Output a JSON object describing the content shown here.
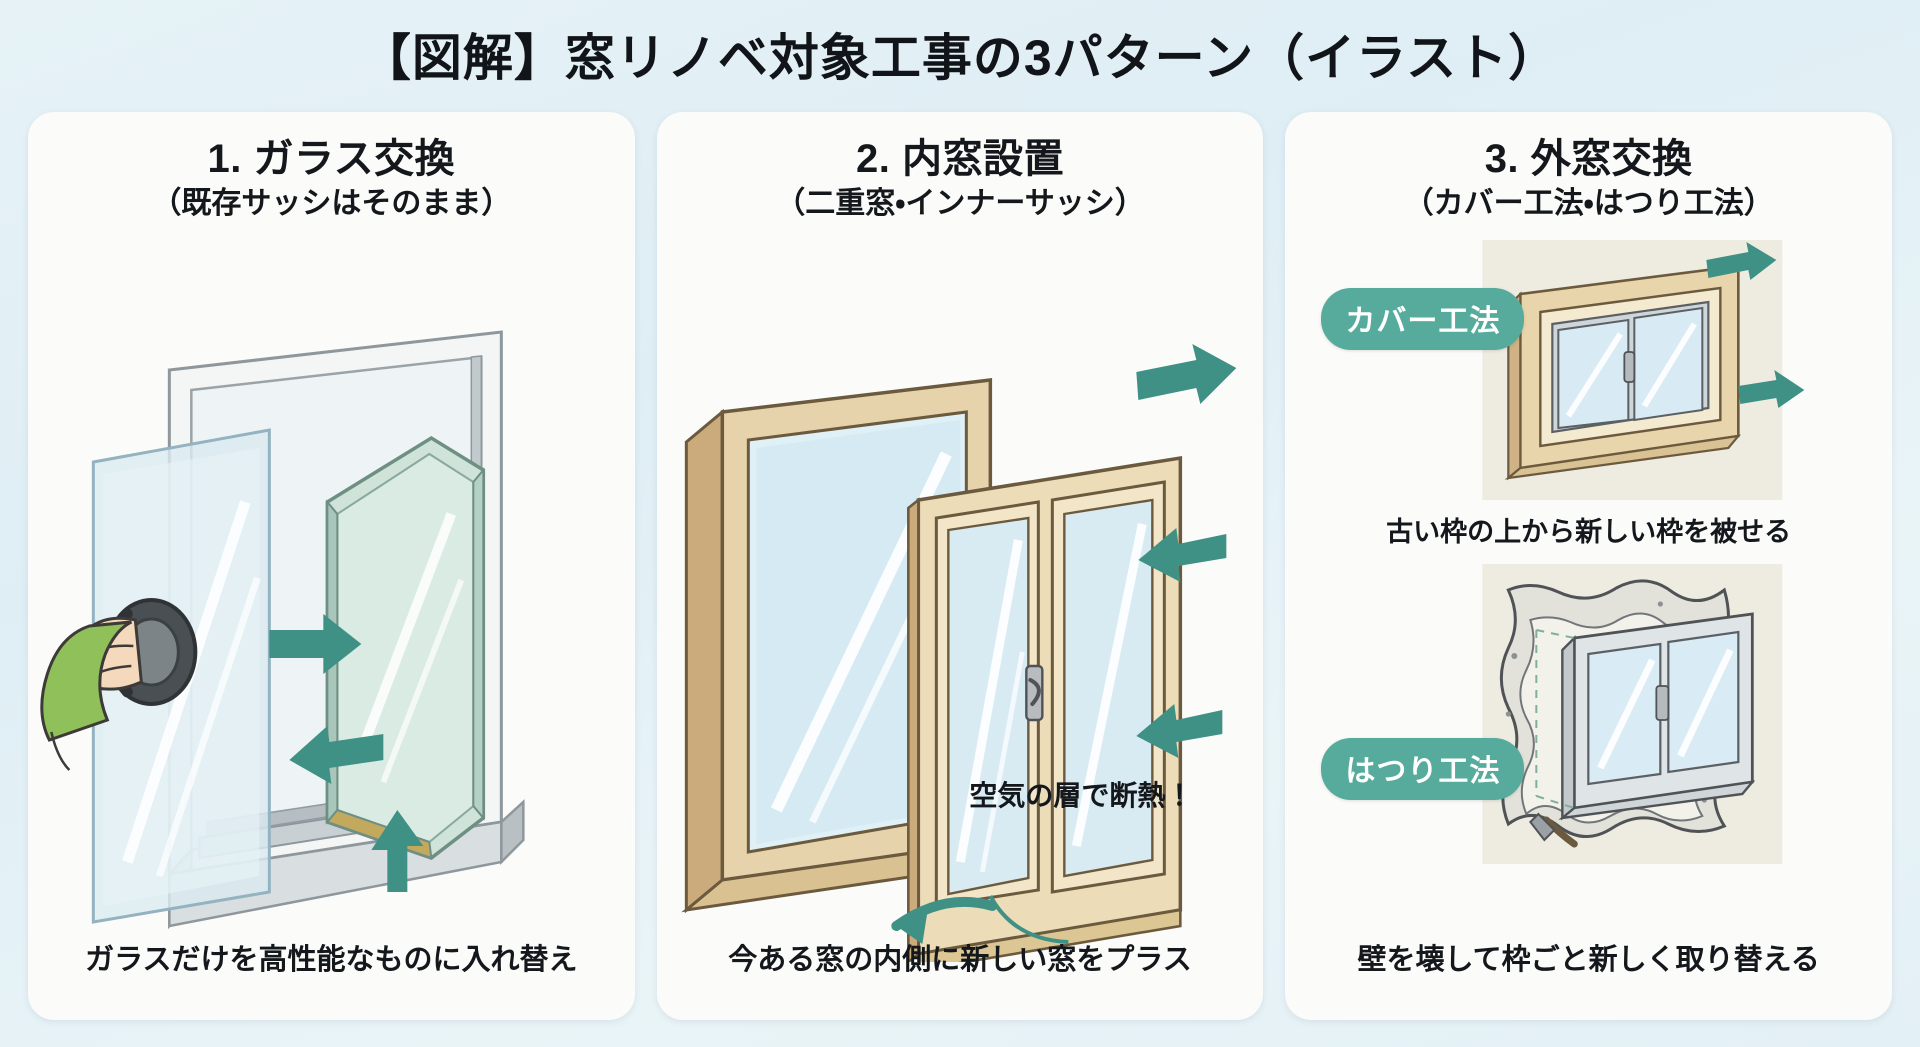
{
  "title": "【図解】窓リノベ対象工事の3パターン（イラスト）",
  "theme": {
    "background_top": "#e6f2f6",
    "card_background": "#fbfbf9",
    "badge_green": "#56ab9d",
    "arrow_green": "#3f9185",
    "glass_blue": "#cfe3ec",
    "wood_tan": "#e3cfa6",
    "sash_gray": "#c9cdd0",
    "text_dark": "#14181c"
  },
  "cards": [
    {
      "id": "glass-replacement",
      "number": "1.",
      "title": "1. ガラス交換",
      "subtitle": "（既存サッシはそのまま）",
      "caption": "ガラスだけを高性能なものに入れ替え",
      "illustration": "hand-removing-single-pane-and-inserting-double-glazing-into-existing-sash"
    },
    {
      "id": "inner-window",
      "number": "2.",
      "title": "2. 内窓設置",
      "subtitle": "（二重窓・インナーサッシ）",
      "caption": "今ある窓の内側に新しい窓をプラス",
      "callout": "空気の層で断熱！",
      "illustration": "existing-window-with-new-inner-sash-added-creating-air-layer"
    },
    {
      "id": "outer-window-replacement",
      "number": "3.",
      "title": "3. 外窓交換",
      "subtitle": "（カバー工法・はつり工法）",
      "caption": "壁を壊して枠ごと新しく取り替える",
      "caption_tail": "る",
      "methods": [
        {
          "badge": "カバー工法",
          "caption": "古い枠の上から新しい枠を被せる",
          "illustration": "new-frame-covering-old-frame"
        },
        {
          "badge": "はつり工法",
          "caption": "",
          "illustration": "wall-broken-open-frame-fully-replaced"
        }
      ]
    }
  ]
}
